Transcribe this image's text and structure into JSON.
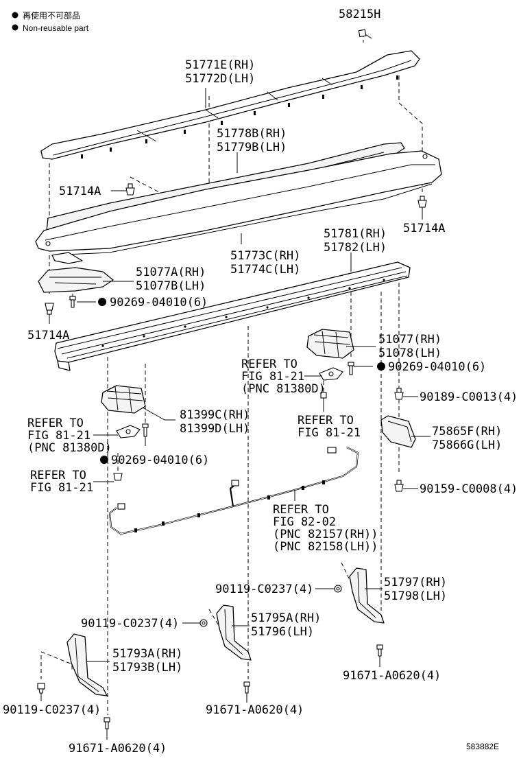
{
  "legend": {
    "line_jp": "再使用不可部品",
    "line_en": "Non-reusable part"
  },
  "labels": {
    "p58215H": "58215H",
    "p51771E": "51771E(RH)",
    "p51772D": "51772D(LH)",
    "p51778B": "51778B(RH)",
    "p51779B": "51779B(LH)",
    "p51714A_1": "51714A",
    "p51714A_2": "51714A",
    "p51714A_3": "51714A",
    "p51773C": "51773C(RH)",
    "p51774C": "51774C(LH)",
    "p51781": "51781(RH)",
    "p51782": "51782(LH)",
    "p51077A": "51077A(RH)",
    "p51077B": "51077B(LH)",
    "p90269_1": "90269-04010(6)",
    "p51077": "51077(RH)",
    "p51078": "51078(LH)",
    "p90269_2": "90269-04010(6)",
    "ref1_l1": "REFER TO",
    "ref1_l2": "FIG 81-21",
    "ref1_l3": "(PNC 81380D)",
    "p90189": "90189-C0013(4)",
    "ref2_l1": "REFER TO",
    "ref2_l2": "FIG 81-21",
    "p75865F": "75865F(RH)",
    "p75866G": "75866G(LH)",
    "p81399C": "81399C(RH)",
    "p81399D": "81399D(LH)",
    "ref3_l1": "REFER TO",
    "ref3_l2": "FIG 81-21",
    "ref3_l3": "(PNC 81380D)",
    "p90269_3": "90269-04010(6)",
    "ref4_l1": "REFER TO",
    "ref4_l2": "FIG 81-21",
    "p90159": "90159-C0008(4)",
    "ref5_l1": "REFER TO",
    "ref5_l2": "FIG 82-02",
    "ref5_l3": "(PNC 82157(RH))",
    "ref5_l4": "(PNC 82158(LH))",
    "p90119_1": "90119-C0237(4)",
    "p51797": "51797(RH)",
    "p51798": "51798(LH)",
    "p90119_2": "90119-C0237(4)",
    "p51795A": "51795A(RH)",
    "p51796": "51796(LH)",
    "p51793A": "51793A(RH)",
    "p51793B": "51793B(LH)",
    "p91671_1": "91671-A0620(4)",
    "p90119_3": "90119-C0237(4)",
    "p91671_2": "91671-A0620(4)",
    "p91671_3": "91671-A0620(4)",
    "figure_code": "583882E"
  },
  "colors": {
    "ink": "#000000",
    "paper": "#ffffff"
  }
}
